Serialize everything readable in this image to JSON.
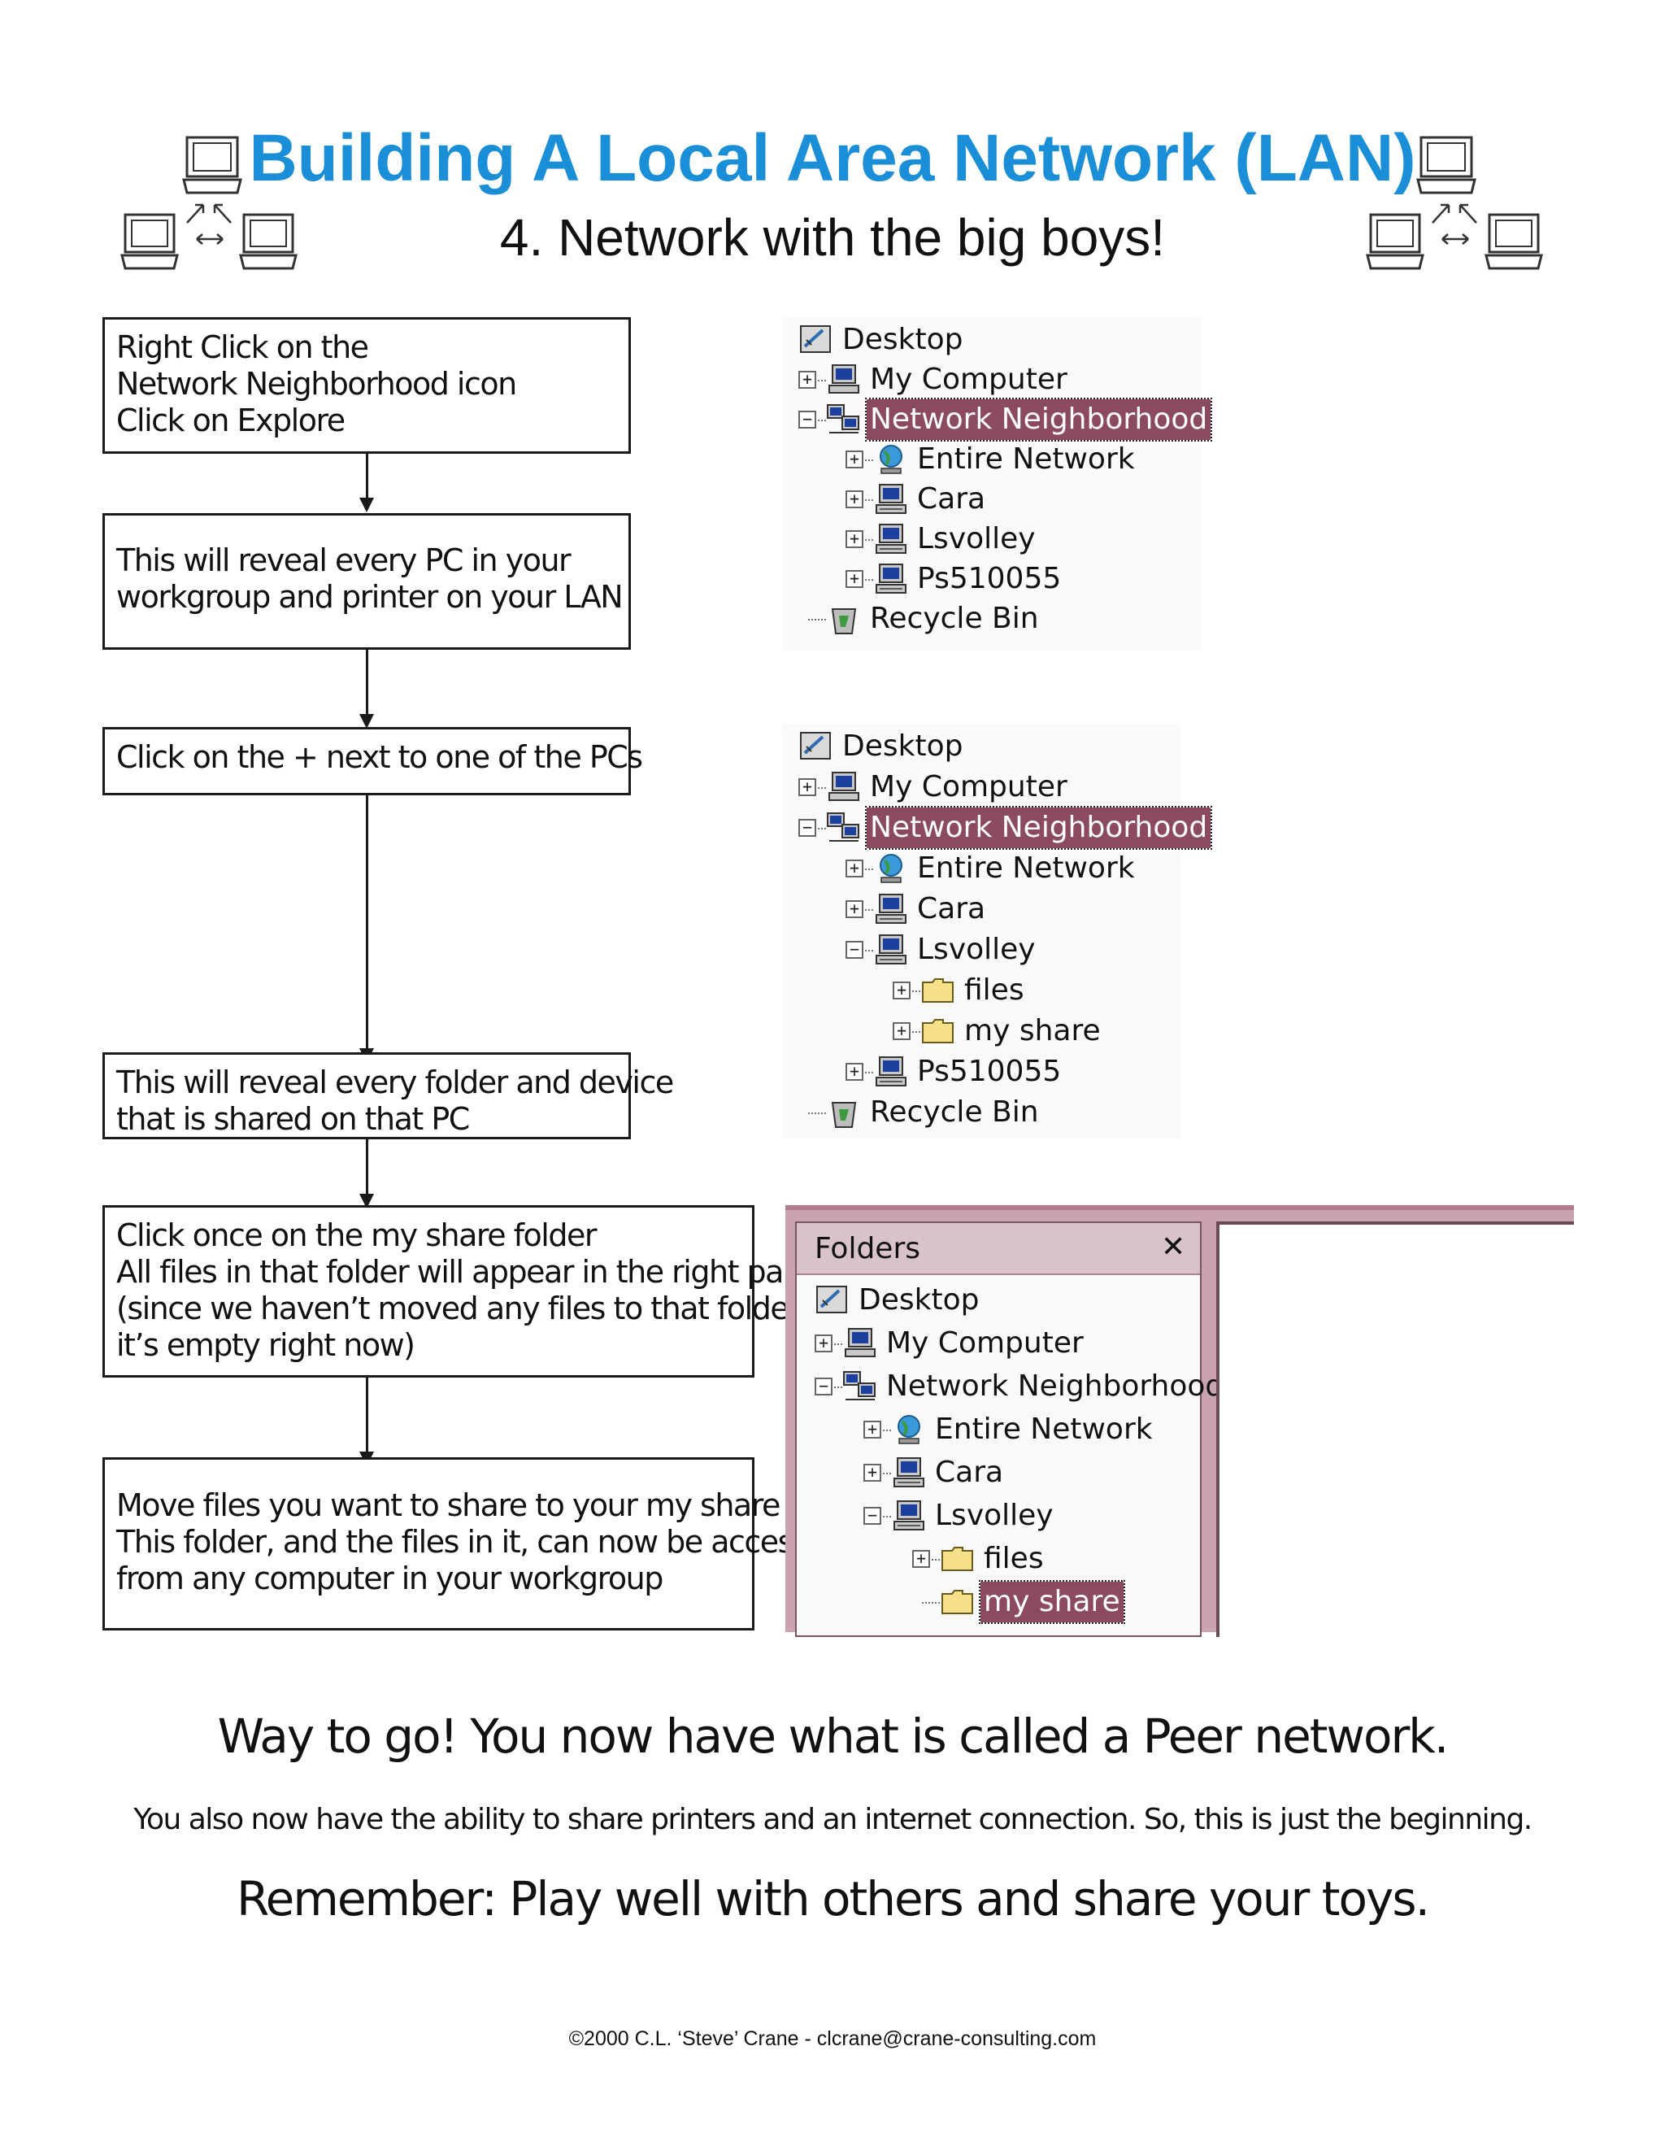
{
  "header": {
    "title": "Building A Local Area Network (LAN)",
    "subtitle": "4. Network with the big boys!"
  },
  "colors": {
    "title": "#1a8ed6",
    "selection": "#8c4a62",
    "window_frame": "#c9a3b1"
  },
  "steps": [
    {
      "lines": [
        "Right Click on the",
        "Network Neighborhood icon",
        "Click on Explore"
      ]
    },
    {
      "lines": [
        "This will reveal every PC in your",
        "workgroup and printer on your LAN"
      ]
    },
    {
      "lines": [
        "Click on the + next to one of the PCs"
      ]
    },
    {
      "lines": [
        "This will reveal every folder and device",
        "that is shared on that PC"
      ]
    },
    {
      "lines": [
        "Click once on the my share folder",
        "All files in that folder will appear in the right pane",
        "(since we haven’t moved any files to that folder",
        "it’s empty right now)"
      ]
    },
    {
      "lines": [
        "Move files you want to share to your my share folder",
        "This folder, and the files in it, can now be accessed",
        "from any computer in your workgroup"
      ]
    }
  ],
  "trees": [
    {
      "items": [
        {
          "label": "Desktop",
          "icon": "desktop-icon",
          "expander": ""
        },
        {
          "label": "My Computer",
          "icon": "computer-icon",
          "expander": "+"
        },
        {
          "label": "Network Neighborhood",
          "icon": "network-icon",
          "expander": "-",
          "selected": true
        },
        {
          "label": "Entire Network",
          "icon": "globe-icon",
          "expander": "+"
        },
        {
          "label": "Cara",
          "icon": "pc-icon",
          "expander": "+"
        },
        {
          "label": "Lsvolley",
          "icon": "pc-icon",
          "expander": "+"
        },
        {
          "label": "Ps510055",
          "icon": "pc-icon",
          "expander": "+"
        },
        {
          "label": "Recycle Bin",
          "icon": "recycle-bin-icon",
          "expander": ""
        }
      ]
    },
    {
      "items": [
        {
          "label": "Desktop",
          "icon": "desktop-icon",
          "expander": ""
        },
        {
          "label": "My Computer",
          "icon": "computer-icon",
          "expander": "+"
        },
        {
          "label": "Network Neighborhood",
          "icon": "network-icon",
          "expander": "-",
          "selected": true
        },
        {
          "label": "Entire Network",
          "icon": "globe-icon",
          "expander": "+"
        },
        {
          "label": "Cara",
          "icon": "pc-icon",
          "expander": "+"
        },
        {
          "label": "Lsvolley",
          "icon": "pc-icon",
          "expander": "-"
        },
        {
          "label": "files",
          "icon": "folder-icon",
          "expander": "+"
        },
        {
          "label": "my share",
          "icon": "folder-icon",
          "expander": "+"
        },
        {
          "label": "Ps510055",
          "icon": "pc-icon",
          "expander": "+"
        },
        {
          "label": "Recycle Bin",
          "icon": "recycle-bin-icon",
          "expander": ""
        }
      ]
    }
  ],
  "explorer": {
    "pane_title": "Folders",
    "close_glyph": "✕",
    "items": [
      {
        "label": "Desktop",
        "icon": "desktop-icon",
        "expander": ""
      },
      {
        "label": "My Computer",
        "icon": "computer-icon",
        "expander": "+"
      },
      {
        "label": "Network Neighborhood",
        "icon": "network-icon",
        "expander": "-"
      },
      {
        "label": "Entire Network",
        "icon": "globe-icon",
        "expander": "+"
      },
      {
        "label": "Cara",
        "icon": "pc-icon",
        "expander": "+"
      },
      {
        "label": "Lsvolley",
        "icon": "pc-icon",
        "expander": "-"
      },
      {
        "label": "files",
        "icon": "folder-icon",
        "expander": "+"
      },
      {
        "label": "my share",
        "icon": "folder-icon",
        "expander": "",
        "selected": true
      }
    ]
  },
  "messages": {
    "peer": "Way to go! You now have what is called a Peer network.",
    "ability": "You also now have the ability to share printers and an internet connection.  So, this is just the beginning.",
    "remember": "Remember: Play well with others and share your toys."
  },
  "footer": "©2000 C.L. ‘Steve’ Crane - clcrane@crane-consulting.com"
}
